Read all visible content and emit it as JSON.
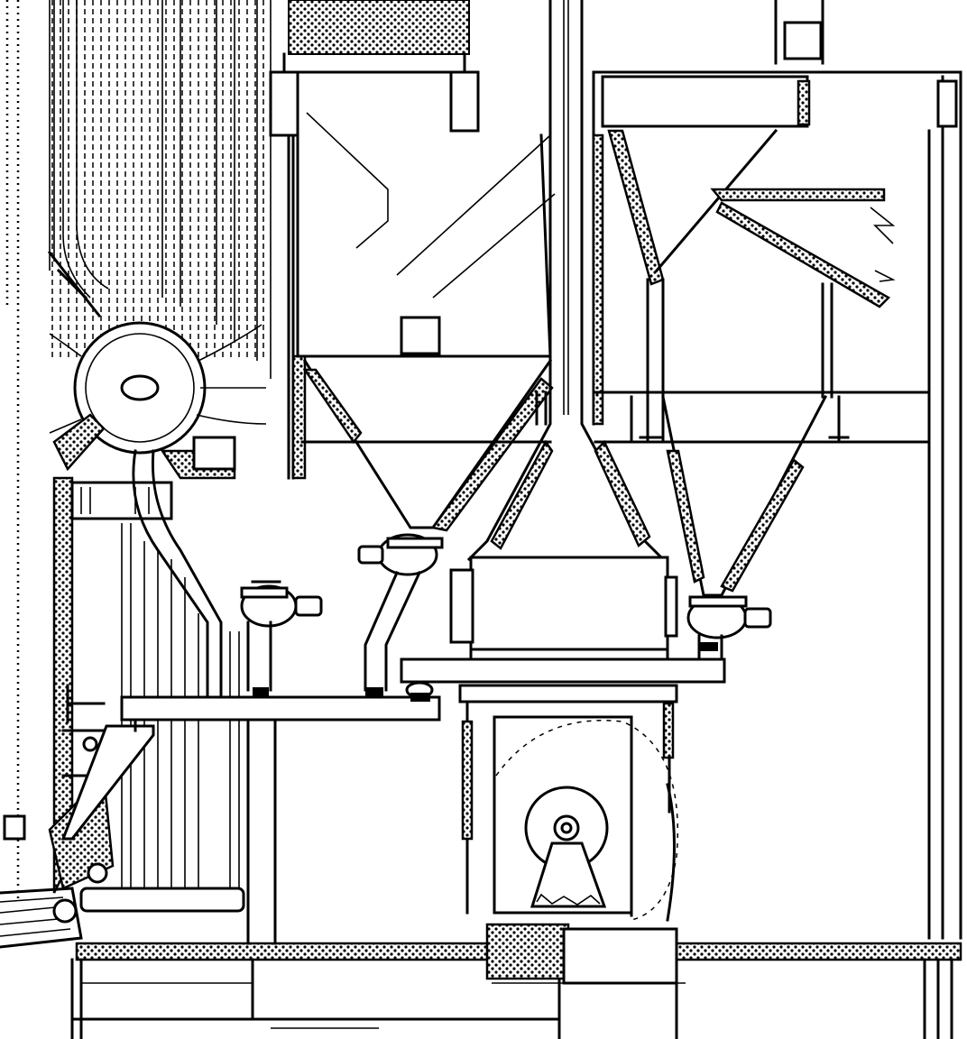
{
  "diagram": {
    "kind": "engineering-drawing",
    "style": "black-and-white line drawing",
    "components": [
      "water-tube-boiler",
      "steam-drum",
      "hopper-left",
      "cyclone-separator-center",
      "hopper-right",
      "rotary-feeders",
      "horizontal-conveyor-ducts",
      "exhaust-fan",
      "central-flue-stack",
      "stoker-chain-grate"
    ]
  }
}
